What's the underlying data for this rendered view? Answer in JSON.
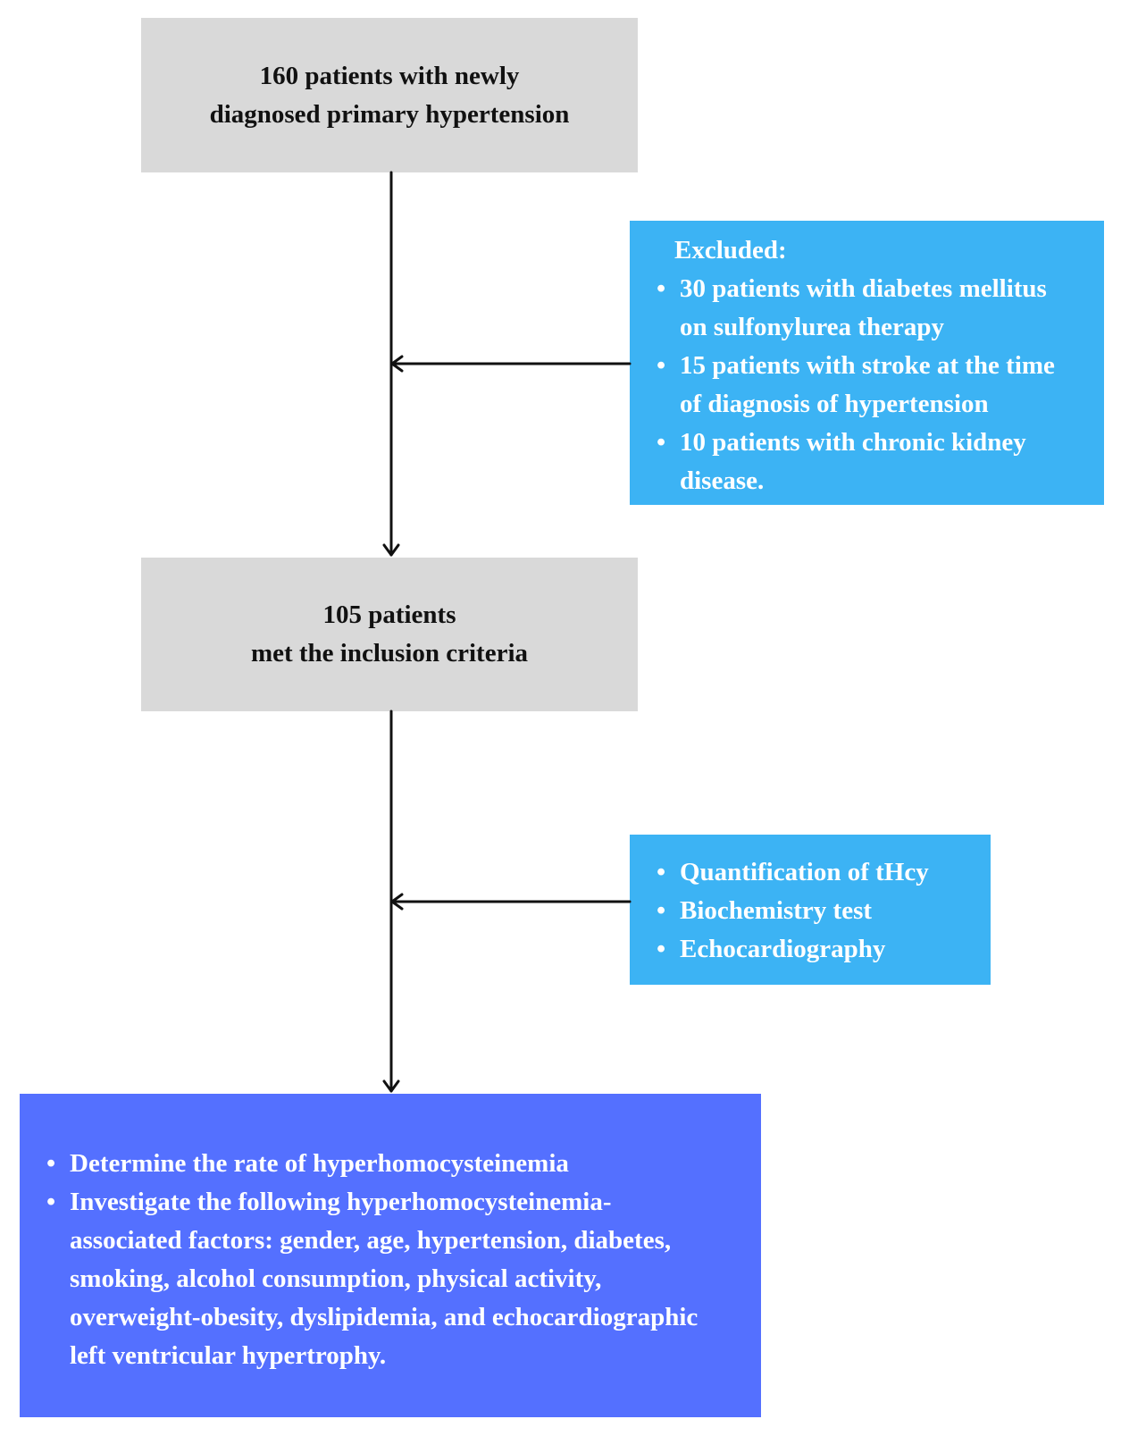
{
  "box1": {
    "line1": "160 patients with newly",
    "line2": "diagnosed primary hypertension"
  },
  "excluded": {
    "title": "Excluded:",
    "items": [
      {
        "line1": "30 patients with diabetes mellitus",
        "line2": "on sulfonylurea therapy"
      },
      {
        "line1": "15 patients with stroke at the time",
        "line2": "of diagnosis of hypertension"
      },
      {
        "line1": "10 patients with chronic kidney",
        "line2": "disease."
      }
    ]
  },
  "box2": {
    "line1": "105 patients",
    "line2": "met the inclusion criteria"
  },
  "tests": {
    "items": [
      "Quantification of tHcy",
      "Biochemistry test",
      "Echocardiography"
    ]
  },
  "outcomes": {
    "item1": "Determine the rate of hyperhomocysteinemia",
    "item2_lines": [
      "Investigate the following hyperhomocysteinemia-",
      "associated factors: gender, age, hypertension, diabetes,",
      "smoking, alcohol consumption, physical activity,",
      "overweight-obesity, dyslipidemia, and echocardiographic",
      "left ventricular hypertrophy."
    ]
  },
  "colors": {
    "grey_box": "#d9d9d9",
    "cyan_box": "#3cb3f4",
    "indigo_box": "#5470ff",
    "arrow": "#111111"
  }
}
